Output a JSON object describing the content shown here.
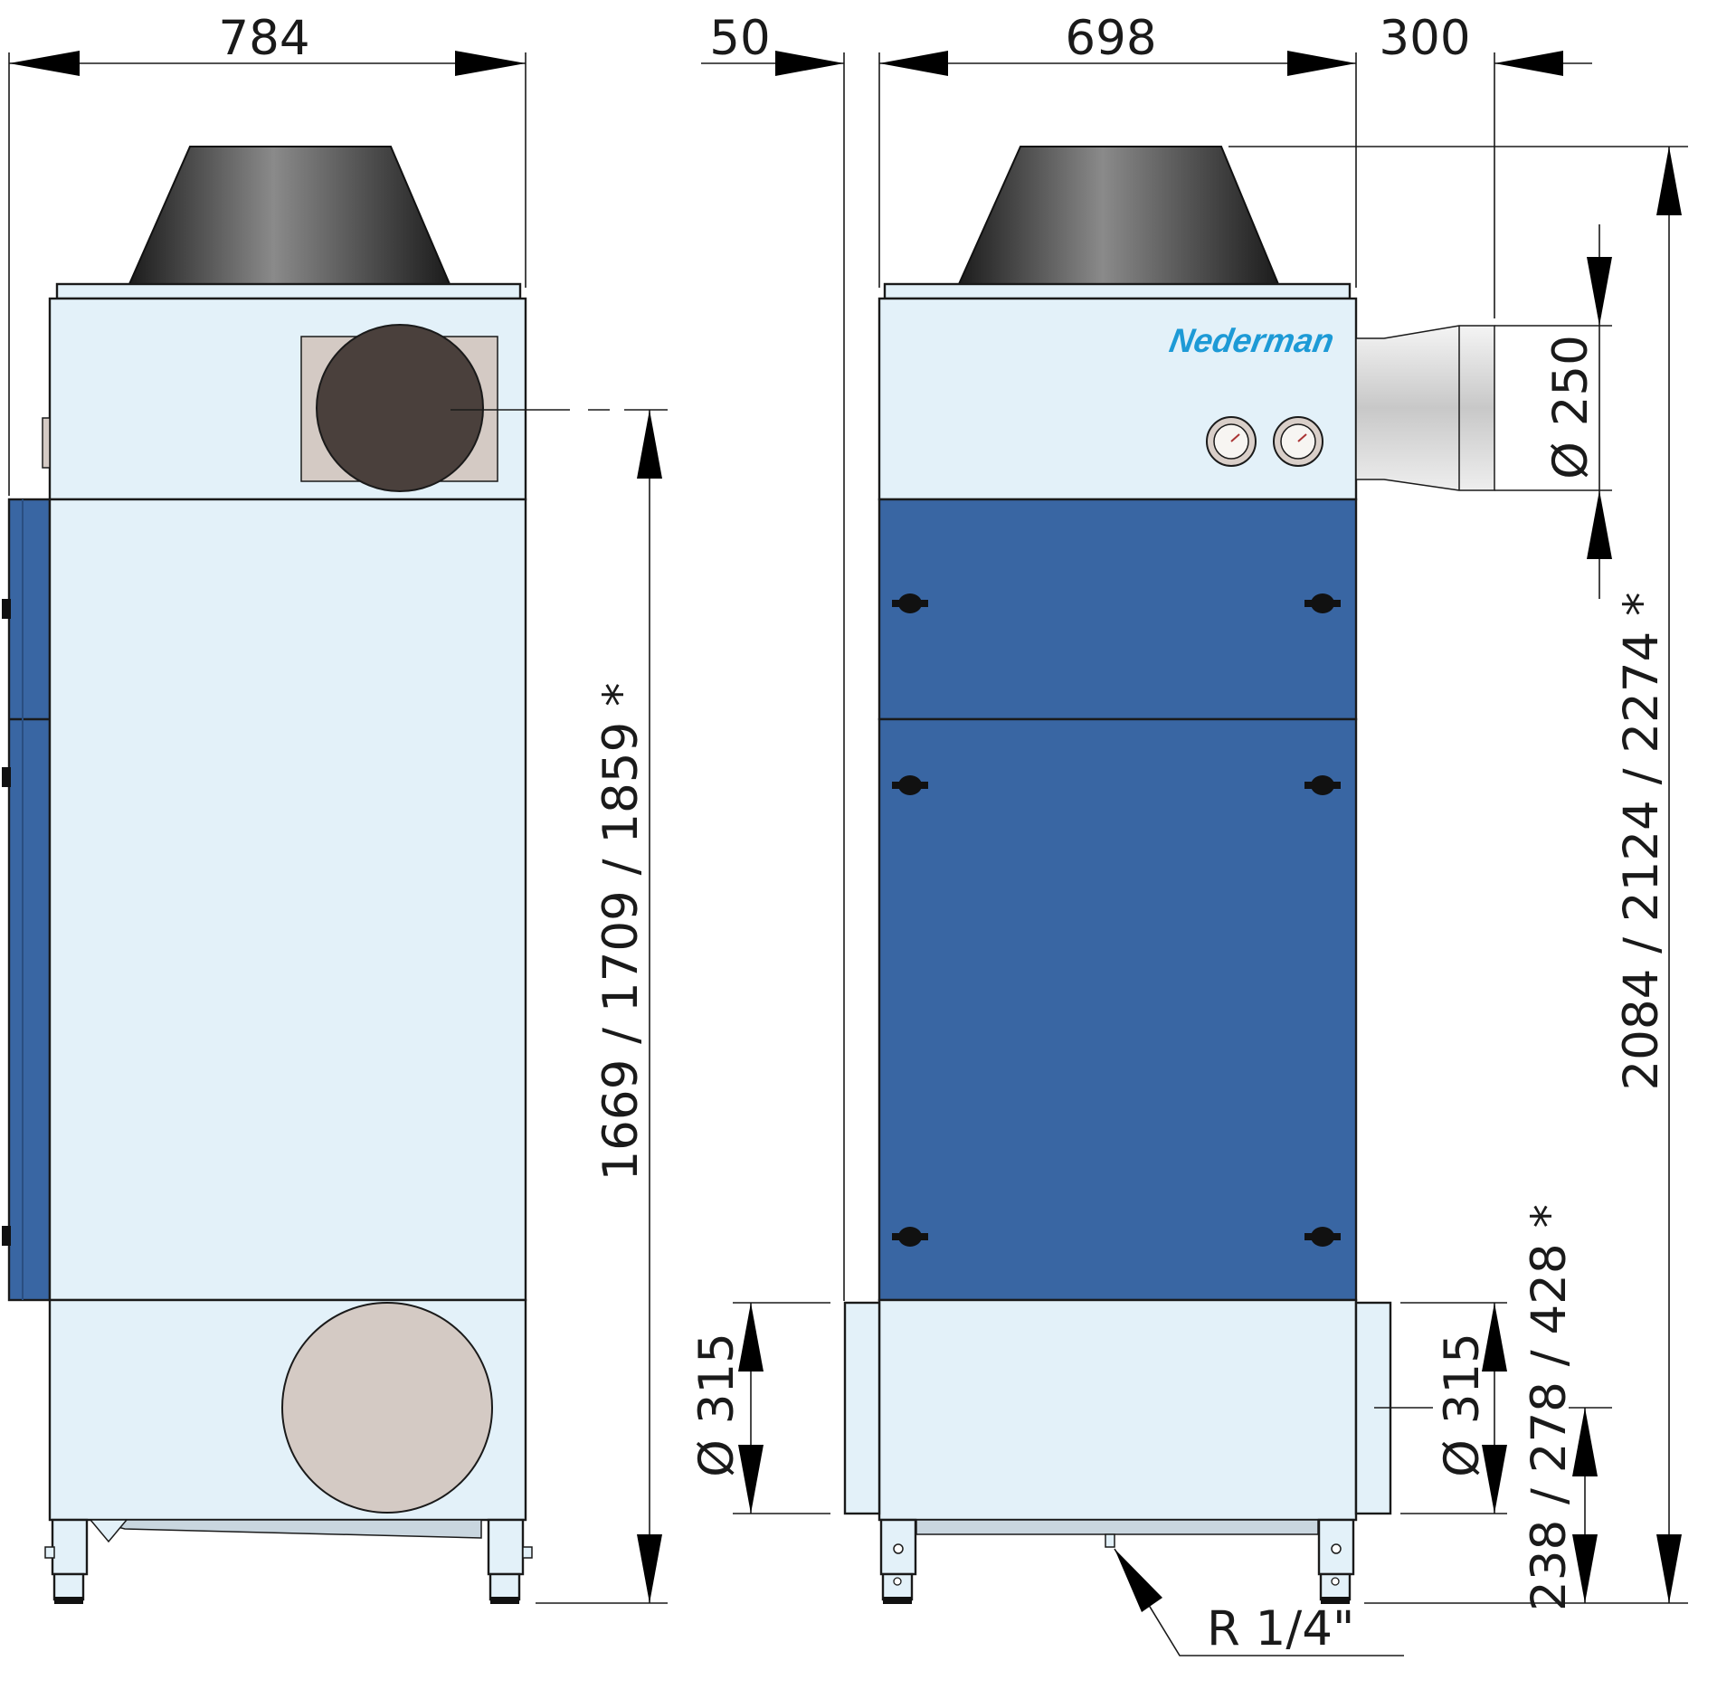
{
  "brand": {
    "logo_text": "Nederman"
  },
  "dimensions": {
    "side_width": "784",
    "offset": "50",
    "front_width": "698",
    "outlet_projection": "300",
    "outlet_diameter": "Ø 250",
    "height_to_outlet": "1669 / 1709 / 1859 *",
    "overall_height": "2084 / 2124 / 2274 *",
    "inlet_diameter_left": "Ø 315",
    "inlet_diameter_right": "Ø 315",
    "inlet_height": "238 / 278 / 428 *",
    "drain_thread": "R 1/4\""
  },
  "colors": {
    "housing": "#e3f1f9",
    "blue_panel": "#3966a3",
    "cone_dark": "#2a2a2a",
    "outlet_disc": "#4a403c",
    "flange": "#d4cac4",
    "logo": "#1d9ad6"
  }
}
